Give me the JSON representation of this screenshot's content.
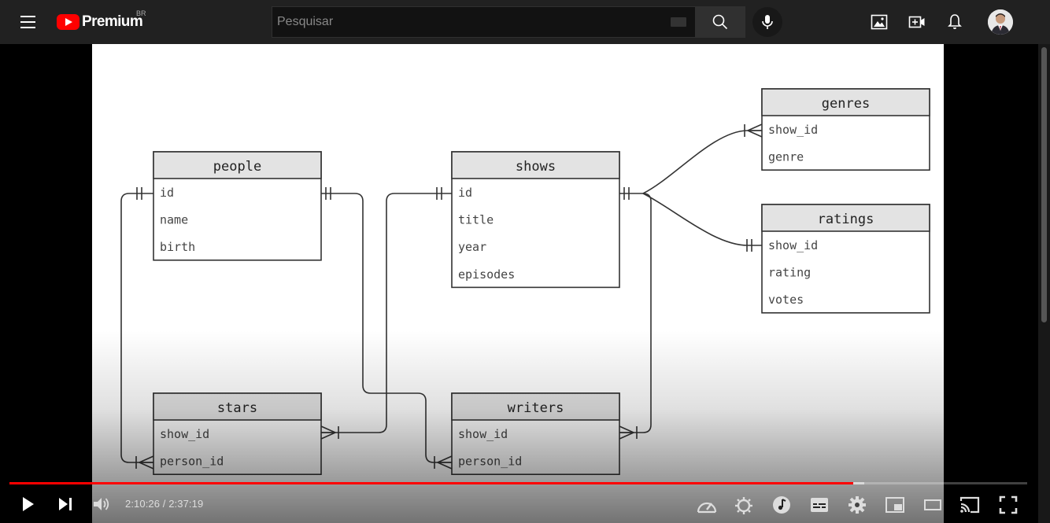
{
  "header": {
    "logo_text": "Premium",
    "country_code": "BR",
    "search_placeholder": "Pesquisar",
    "icons": [
      "menu-icon",
      "search-icon",
      "mic-icon",
      "image-icon",
      "create-icon",
      "notifications-icon"
    ]
  },
  "diagram": {
    "tables": [
      {
        "id": "people",
        "title": "people",
        "fields": [
          "id",
          "name",
          "birth"
        ]
      },
      {
        "id": "shows",
        "title": "shows",
        "fields": [
          "id",
          "title",
          "year",
          "episodes"
        ]
      },
      {
        "id": "genres",
        "title": "genres",
        "fields": [
          "show_id",
          "genre"
        ]
      },
      {
        "id": "ratings",
        "title": "ratings",
        "fields": [
          "show_id",
          "rating",
          "votes"
        ]
      },
      {
        "id": "stars",
        "title": "stars",
        "fields": [
          "show_id",
          "person_id"
        ]
      },
      {
        "id": "writers",
        "title": "writers",
        "fields": [
          "show_id",
          "person_id"
        ]
      }
    ]
  },
  "player": {
    "current_time": "2:10:26",
    "duration": "2:37:19",
    "time_text": "2:10:26 / 2:37:19",
    "progress_fraction": 0.829,
    "buffered_fraction": 0.84,
    "accent_color": "#ff0000"
  }
}
